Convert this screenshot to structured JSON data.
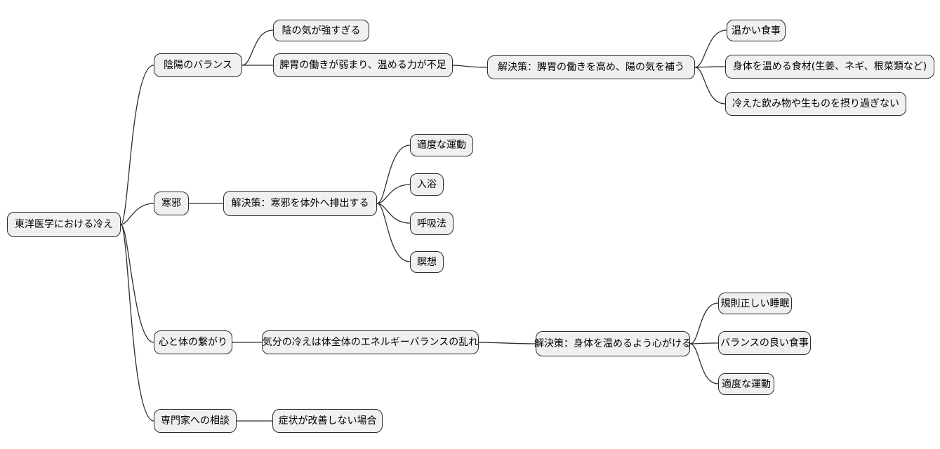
{
  "mindmap": {
    "title": "東洋医学における冷え",
    "colors": {
      "background": "#ffffff",
      "node_fill": "#f0f0f0",
      "node_border": "#2b2b2b",
      "connector": "#2e2e2e",
      "text": "#000000"
    },
    "root": {
      "label": "東洋医学における冷え"
    },
    "branches": [
      {
        "label": "陰陽のバランス",
        "children": [
          {
            "label": "陰の気が強すぎる"
          },
          {
            "label": "脾胃の働きが弱まり、温める力が不足",
            "children": [
              {
                "label": "解決策：脾胃の働きを高め、陽の気を補う",
                "children": [
                  {
                    "label": "温かい食事"
                  },
                  {
                    "label": "身体を温める食材(生姜、ネギ、根菜類など)"
                  },
                  {
                    "label": "冷えた飲み物や生ものを摂り過ぎない"
                  }
                ]
              }
            ]
          }
        ]
      },
      {
        "label": "寒邪",
        "children": [
          {
            "label": "解決策：寒邪を体外へ排出する",
            "children": [
              {
                "label": "適度な運動"
              },
              {
                "label": "入浴"
              },
              {
                "label": "呼吸法"
              },
              {
                "label": "瞑想"
              }
            ]
          }
        ]
      },
      {
        "label": "心と体の繋がり",
        "children": [
          {
            "label": "気分の冷えは体全体のエネルギーバランスの乱れ",
            "children": [
              {
                "label": "解決策：身体を温めるよう心がける",
                "children": [
                  {
                    "label": "規則正しい睡眠"
                  },
                  {
                    "label": "バランスの良い食事"
                  },
                  {
                    "label": "適度な運動"
                  }
                ]
              }
            ]
          }
        ]
      },
      {
        "label": "専門家への相談",
        "children": [
          {
            "label": "症状が改善しない場合"
          }
        ]
      }
    ]
  }
}
